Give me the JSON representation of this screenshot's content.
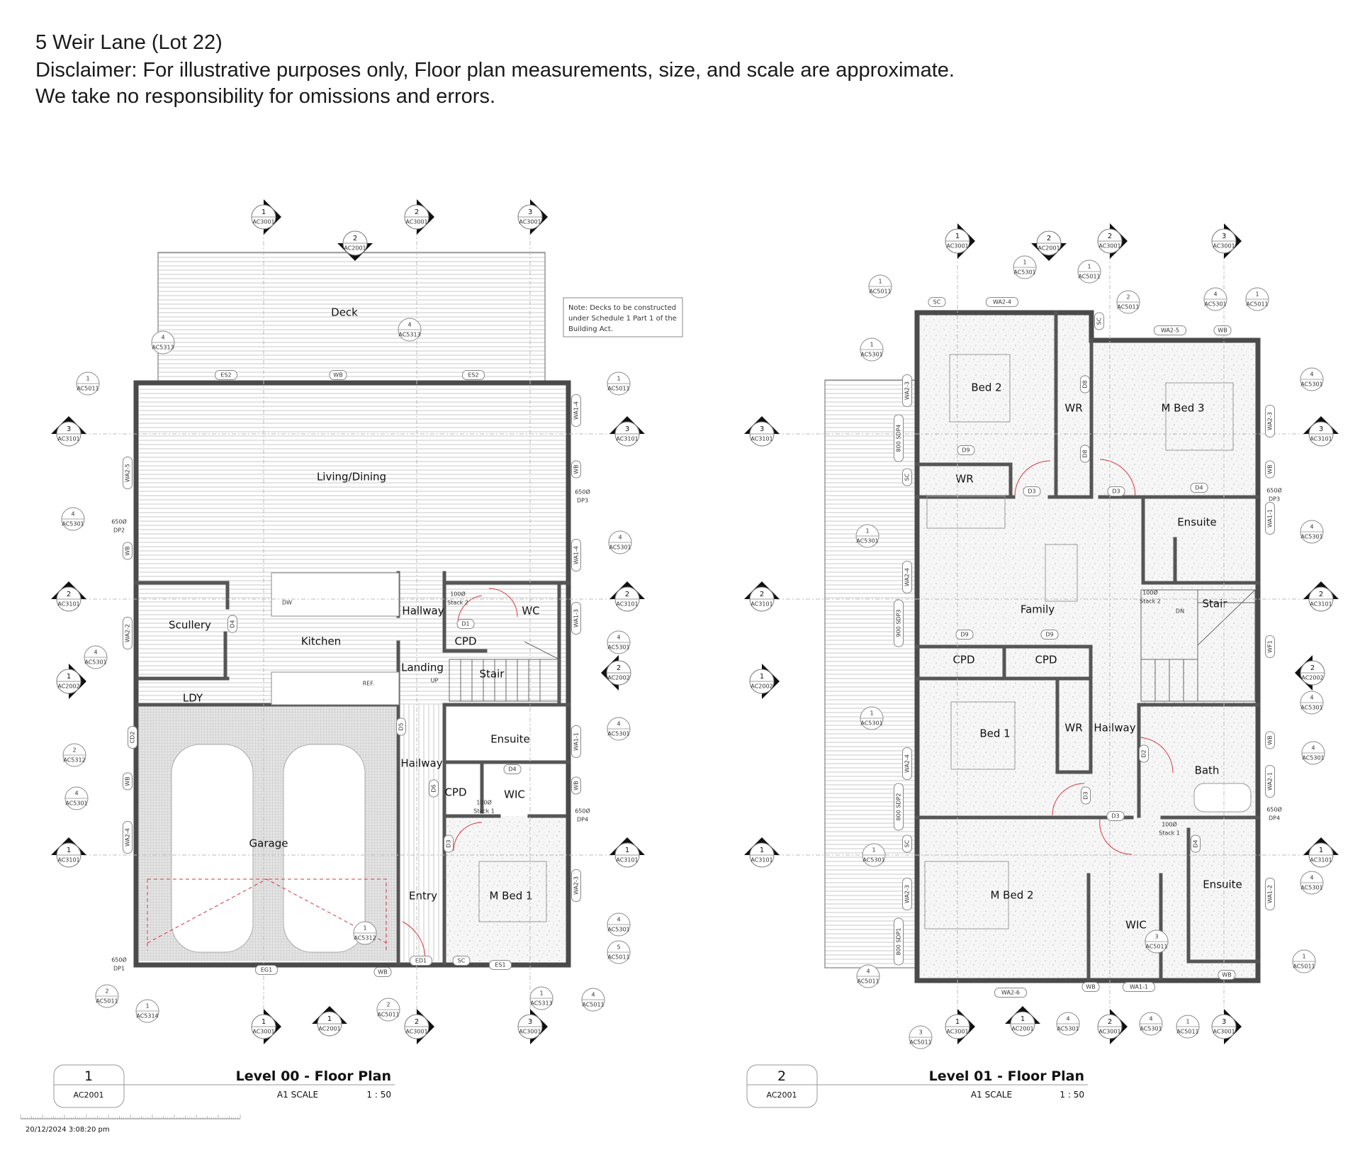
{
  "header": {
    "title": "5 Weir Lane (Lot 22)",
    "disclaimer_1": "Disclaimer: For illustrative purposes only, Floor plan measurements, size, and scale are approximate.",
    "disclaimer_2": "We take no responsibility for omissions and errors."
  },
  "note": [
    "Note: Decks to be constructed",
    "under Schedule 1 Part 1 of the",
    "Building Act."
  ],
  "level00": {
    "rooms": [
      "Deck",
      "Living/Dining",
      "Scullery",
      "Kitchen",
      "Hallway",
      "WC",
      "CPD",
      "Landing",
      "Stair",
      "LDY",
      "Ensuite",
      "Hallway",
      "CPD",
      "WIC",
      "Garage",
      "Entry",
      "M Bed 1"
    ],
    "fixtures": [
      "DW",
      "REF.",
      "UP",
      "100Ø",
      "Stack 2",
      "100Ø",
      "Stack 1",
      "650Ø",
      "DP2",
      "650Ø",
      "DP3",
      "650Ø",
      "DP4",
      "650Ø",
      "DP1"
    ],
    "section_markers": [
      {
        "num": "1",
        "sheet": "AC3001"
      },
      {
        "num": "2",
        "sheet": "AC3001"
      },
      {
        "num": "3",
        "sheet": "AC3001"
      },
      {
        "num": "1",
        "sheet": "AC3001"
      },
      {
        "num": "2",
        "sheet": "AC3001"
      },
      {
        "num": "3",
        "sheet": "AC3001"
      },
      {
        "num": "3",
        "sheet": "AC3101"
      },
      {
        "num": "2",
        "sheet": "AC3101"
      },
      {
        "num": "1",
        "sheet": "AC3101"
      },
      {
        "num": "3",
        "sheet": "AC3101"
      },
      {
        "num": "2",
        "sheet": "AC3101"
      },
      {
        "num": "1",
        "sheet": "AC3101"
      },
      {
        "num": "1",
        "sheet": "AC2002"
      },
      {
        "num": "2",
        "sheet": "AC2002"
      },
      {
        "num": "2",
        "sheet": "AC2001"
      },
      {
        "num": "1",
        "sheet": "AC2001"
      }
    ],
    "callouts": [
      {
        "num": "4",
        "sheet": "AC5313"
      },
      {
        "num": "4",
        "sheet": "AC5313"
      },
      {
        "num": "1",
        "sheet": "AC5011"
      },
      {
        "num": "1",
        "sheet": "AC5011"
      },
      {
        "num": "4",
        "sheet": "AC5301"
      },
      {
        "num": "4",
        "sheet": "AC5301"
      },
      {
        "num": "4",
        "sheet": "AC5301"
      },
      {
        "num": "4",
        "sheet": "AC5301"
      },
      {
        "num": "2",
        "sheet": "AC5312"
      },
      {
        "num": "4",
        "sheet": "AC5301"
      },
      {
        "num": "4",
        "sheet": "AC5301"
      },
      {
        "num": "1",
        "sheet": "AC5312"
      },
      {
        "num": "4",
        "sheet": "AC5301"
      },
      {
        "num": "5",
        "sheet": "AC5011"
      },
      {
        "num": "2",
        "sheet": "AC5011"
      },
      {
        "num": "1",
        "sheet": "AC5314"
      },
      {
        "num": "2",
        "sheet": "AC5011"
      },
      {
        "num": "1",
        "sheet": "AC5313"
      },
      {
        "num": "4",
        "sheet": "AC5011"
      }
    ],
    "tags": [
      "ES2",
      "WB",
      "ES2",
      "WA1-4",
      "WA2-5",
      "WB",
      "WB",
      "WA1-4",
      "WA2-2",
      "WA1-3",
      "CD2",
      "WA1-1",
      "WB",
      "WB",
      "WA2-4",
      "WA2-3",
      "EG1",
      "WB",
      "ED1",
      "SC",
      "ES1",
      "D1",
      "D4",
      "D5",
      "D6",
      "D3",
      "D4"
    ]
  },
  "level01": {
    "rooms": [
      "Bed 2",
      "WR",
      "M Bed 3",
      "WR",
      "Ensuite",
      "Stair",
      "Family",
      "CPD",
      "CPD",
      "Bed 1",
      "WR",
      "Hallway",
      "Bath",
      "Ensuite",
      "M Bed 2",
      "WIC"
    ],
    "fixtures": [
      "DN",
      "100Ø",
      "Stack 2",
      "100Ø",
      "Stack 1",
      "650Ø",
      "DP3",
      "650Ø",
      "DP4"
    ],
    "section_markers": [
      {
        "num": "1",
        "sheet": "AC3001"
      },
      {
        "num": "2",
        "sheet": "AC3001"
      },
      {
        "num": "3",
        "sheet": "AC3001"
      },
      {
        "num": "1",
        "sheet": "AC3001"
      },
      {
        "num": "2",
        "sheet": "AC3001"
      },
      {
        "num": "3",
        "sheet": "AC3001"
      },
      {
        "num": "3",
        "sheet": "AC3101"
      },
      {
        "num": "2",
        "sheet": "AC3101"
      },
      {
        "num": "1",
        "sheet": "AC3101"
      },
      {
        "num": "3",
        "sheet": "AC3101"
      },
      {
        "num": "2",
        "sheet": "AC3101"
      },
      {
        "num": "1",
        "sheet": "AC3101"
      },
      {
        "num": "1",
        "sheet": "AC2002"
      },
      {
        "num": "2",
        "sheet": "AC2002"
      },
      {
        "num": "2",
        "sheet": "AC2001"
      },
      {
        "num": "1",
        "sheet": "AC2001"
      }
    ],
    "callouts": [
      {
        "num": "1",
        "sheet": "AC5011"
      },
      {
        "num": "1",
        "sheet": "AC5301"
      },
      {
        "num": "1",
        "sheet": "AC5011"
      },
      {
        "num": "2",
        "sheet": "AC5011"
      },
      {
        "num": "4",
        "sheet": "AC5301"
      },
      {
        "num": "1",
        "sheet": "AC5011"
      },
      {
        "num": "1",
        "sheet": "AC5301"
      },
      {
        "num": "4",
        "sheet": "AC5301"
      },
      {
        "num": "1",
        "sheet": "AC5301"
      },
      {
        "num": "4",
        "sheet": "AC5301"
      },
      {
        "num": "4",
        "sheet": "AC5301"
      },
      {
        "num": "1",
        "sheet": "AC5301"
      },
      {
        "num": "4",
        "sheet": "AC5301"
      },
      {
        "num": "1",
        "sheet": "AC5301"
      },
      {
        "num": "4",
        "sheet": "AC5301"
      },
      {
        "num": "3",
        "sheet": "AC5011"
      },
      {
        "num": "4",
        "sheet": "AC5011"
      },
      {
        "num": "1",
        "sheet": "AC5011"
      },
      {
        "num": "3",
        "sheet": "AC5011"
      },
      {
        "num": "4",
        "sheet": "AC5301"
      },
      {
        "num": "4",
        "sheet": "AC5301"
      },
      {
        "num": "1",
        "sheet": "AC5011"
      }
    ],
    "tags": [
      "SC",
      "WA2-4",
      "WA2-5",
      "WB",
      "SC",
      "WA2-3",
      "800 SDP4",
      "SC",
      "WA2-3",
      "WB",
      "WA1-1",
      "WA2-4",
      "900 SDP3",
      "WF1",
      "WB",
      "WA2-1",
      "WA2-4",
      "800 SDP2",
      "SC",
      "WA2-3",
      "WA1-2",
      "800 SDP1",
      "WA2-6",
      "WB",
      "WA1-1",
      "WB",
      "D9",
      "D3",
      "D3",
      "D8",
      "D8",
      "D4",
      "D9",
      "D9",
      "D2",
      "D3",
      "D3",
      "D4"
    ]
  },
  "title_blocks": [
    {
      "num": "1",
      "sheet": "AC2001",
      "title": "Level 00 - Floor Plan",
      "scale_label": "A1 SCALE",
      "scale": "1 : 50"
    },
    {
      "num": "2",
      "sheet": "AC2001",
      "title": "Level 01 - Floor Plan",
      "scale_label": "A1 SCALE",
      "scale": "1 : 50"
    }
  ],
  "timestamp": "20/12/2024 3:08:20 pm",
  "colors": {
    "wall": "#4a4a4a",
    "door_swing": "#d9363e",
    "window": "#3a3a9a",
    "stack": "#2a8a3a",
    "dp_text": "#2b4a6a"
  }
}
